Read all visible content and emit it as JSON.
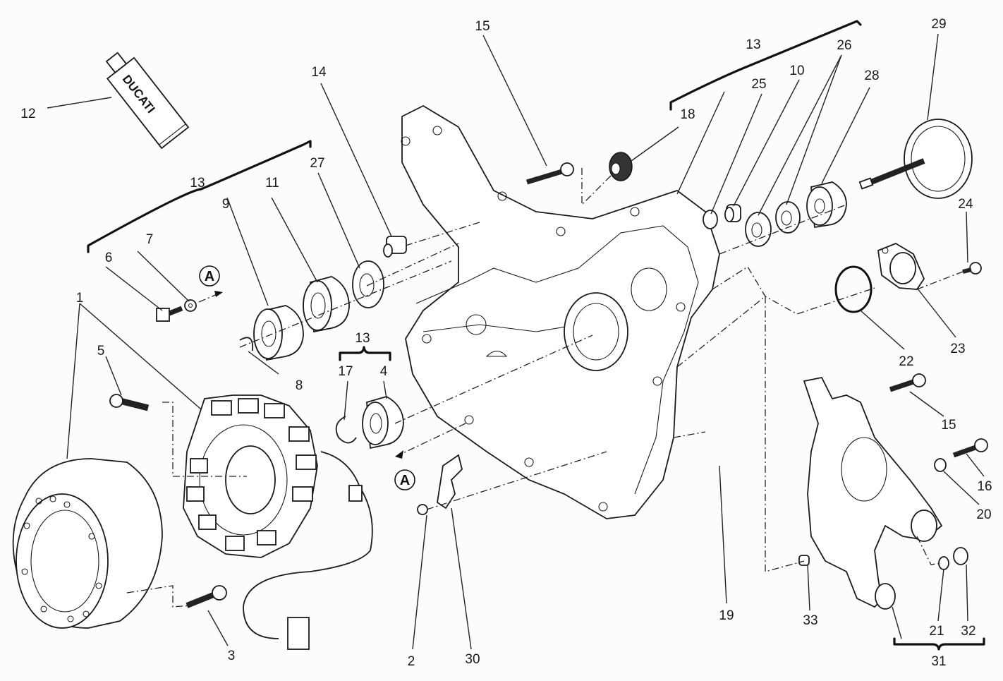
{
  "diagram": {
    "title": "Generator / water pump cover exploded view",
    "tube_brand": "DUCATI",
    "reference_marker": "A",
    "callouts": {
      "c1": "1",
      "c2": "2",
      "c3": "3",
      "c4": "4",
      "c5": "5",
      "c6": "6",
      "c7": "7",
      "c8": "8",
      "c9": "9",
      "c10": "10",
      "c11": "11",
      "c12": "12",
      "c13a": "13",
      "c13b": "13",
      "c13c": "13",
      "c14": "14",
      "c15a": "15",
      "c15b": "15",
      "c16": "16",
      "c17": "17",
      "c18": "18",
      "c19": "19",
      "c20": "20",
      "c21": "21",
      "c22": "22",
      "c23": "23",
      "c24": "24",
      "c25": "25",
      "c26": "26",
      "c27": "27",
      "c28": "28",
      "c29": "29",
      "c30": "30",
      "c31": "31",
      "c32": "32",
      "c33": "33"
    }
  }
}
